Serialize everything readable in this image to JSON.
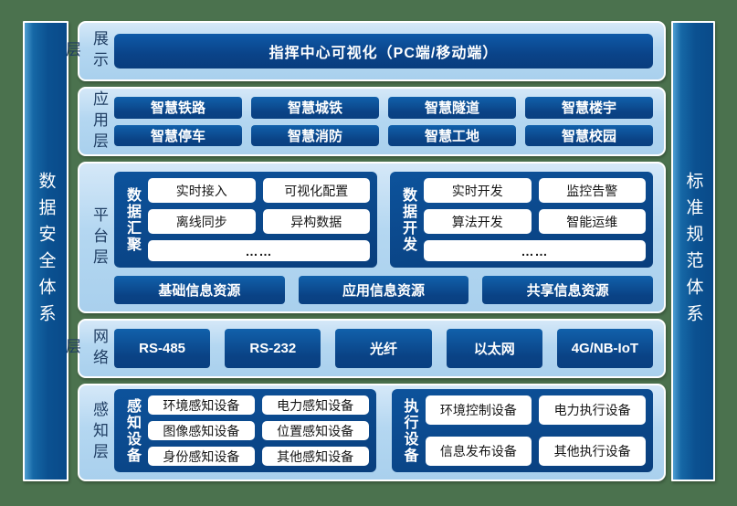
{
  "colors": {
    "background_green": "#4b724e",
    "pillar_blue": "#0b5191",
    "container_light_blue": "#b4d7f1",
    "box_dark_blue": "#0a4388",
    "chip_white": "#ffffff",
    "label_navy": "#203e63",
    "text_white": "#ffffff"
  },
  "pillars": {
    "left": "数据安全体系",
    "right": "标准规范体系"
  },
  "layers": {
    "display": {
      "label": "展示层",
      "box": "指挥中心可视化（PC端/移动端）"
    },
    "application": {
      "label": "应用层",
      "items": [
        "智慧铁路",
        "智慧城铁",
        "智慧隧道",
        "智慧楼宇",
        "智慧停车",
        "智慧消防",
        "智慧工地",
        "智慧校园"
      ]
    },
    "platform": {
      "label": "平台层",
      "panels": [
        {
          "title": "数据汇聚",
          "chips": [
            "实时接入",
            "可视化配置",
            "离线同步",
            "异构数据"
          ],
          "more": "……"
        },
        {
          "title": "数据开发",
          "chips": [
            "实时开发",
            "监控告警",
            "算法开发",
            "智能运维"
          ],
          "more": "……"
        }
      ],
      "resources": [
        "基础信息资源",
        "应用信息资源",
        "共享信息资源"
      ]
    },
    "network": {
      "label": "网络层",
      "items": [
        "RS-485",
        "RS-232",
        "光纤",
        "以太网",
        "4G/NB-IoT"
      ]
    },
    "perception": {
      "label": "感知层",
      "panels": [
        {
          "title": "感知设备",
          "chips": [
            "环境感知设备",
            "电力感知设备",
            "图像感知设备",
            "位置感知设备",
            "身份感知设备",
            "其他感知设备"
          ]
        },
        {
          "title": "执行设备",
          "chips": [
            "环境控制设备",
            "电力执行设备",
            "信息发布设备",
            "其他执行设备"
          ]
        }
      ]
    }
  }
}
